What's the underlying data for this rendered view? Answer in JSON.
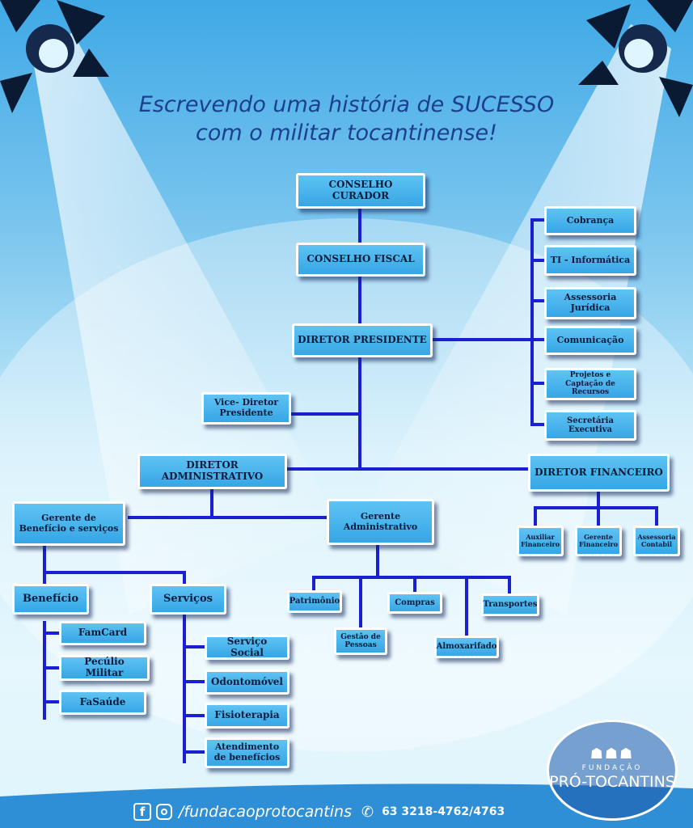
{
  "title": {
    "line1": "Escrevendo uma história de SUCESSO",
    "line2": "com o militar tocantinense!"
  },
  "chart": {
    "nodes": {
      "conselho_curador": "CONSELHO CURADOR",
      "conselho_fiscal": "CONSELHO FISCAL",
      "diretor_presidente": "DIRETOR PRESIDENTE",
      "vice_diretor": "Vice- Diretor Presidente",
      "diretor_administrativo": "DIRETOR ADMINISTRATIVO",
      "diretor_financeiro": "DIRETOR FINANCEIRO",
      "cobranca": "Cobrança",
      "ti": "TI - Informática",
      "assessoria_juridica": "Assessoria Jurídica",
      "comunicacao": "Comunicação",
      "projetos": "Projetos e Captação de Recursos",
      "secretaria": "Secretária Executiva",
      "gerente_beneficio": "Gerente de Benefício e serviços",
      "gerente_administrativo": "Gerente Administrativo",
      "auxiliar_financeiro": "Auxiliar Financeiro",
      "gerente_financeiro": "Gerente Financeiro",
      "assessoria_contabil": "Assessoria Contabil",
      "beneficio": "Benefício",
      "servicos": "Serviços",
      "famcard": "FamCard",
      "peculio": "Pecúlio Militar",
      "fasaude": "FaSaúde",
      "servico_social": "Serviço Social",
      "odontomovel": "Odontomóvel",
      "fisioterapia": "Fisioterapia",
      "atendimento": "Atendimento de benefícios",
      "patrimonio": "Patrimônio",
      "gestao_pessoas": "Gestão de Pessoas",
      "compras": "Compras",
      "almoxarifado": "Almoxarifado",
      "transportes": "Transportes"
    }
  },
  "footer": {
    "facebook_glyph": "f",
    "handle": "/fundacaoprotocantins",
    "phone": "63 3218-4762/4763"
  },
  "logo": {
    "top": "FUNDAÇÃO",
    "name": "PRÓ-TOCANTINS"
  },
  "colors": {
    "connector": "#1a1fd1",
    "node_fill": "#45b3ec",
    "title": "#1d3f8f",
    "footer": "#2f8fd6"
  }
}
